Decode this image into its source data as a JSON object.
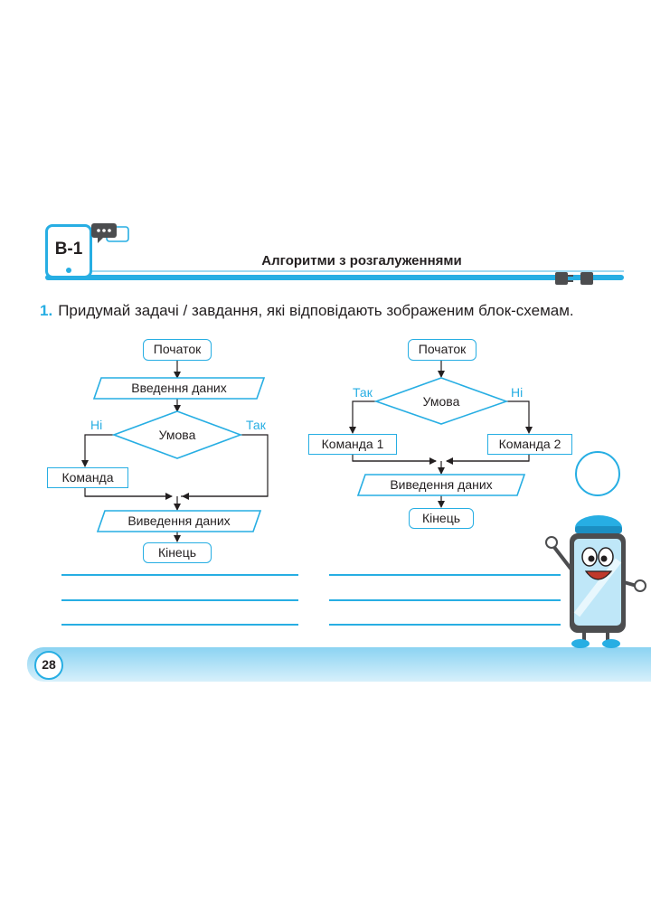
{
  "header": {
    "badge": "В-1",
    "title": "Алгоритми з розгалуженнями"
  },
  "task": {
    "number": "1.",
    "text": "Придумай задачі / завдання, які відповідають зображеним блок-схемам."
  },
  "flowchart_left": {
    "start": "Початок",
    "input": "Введення даних",
    "condition": "Умова",
    "branch_no": "Ні",
    "branch_yes": "Так",
    "command": "Команда",
    "output": "Виведення даних",
    "end": "Кінець"
  },
  "flowchart_right": {
    "start": "Початок",
    "condition": "Умова",
    "branch_yes": "Так",
    "branch_no": "Ні",
    "command1": "Команда 1",
    "command2": "Команда 2",
    "output": "Виведення даних",
    "end": "Кінець"
  },
  "footer": {
    "page_number": "28"
  },
  "colors": {
    "accent": "#27aee3",
    "text": "#231f20"
  }
}
